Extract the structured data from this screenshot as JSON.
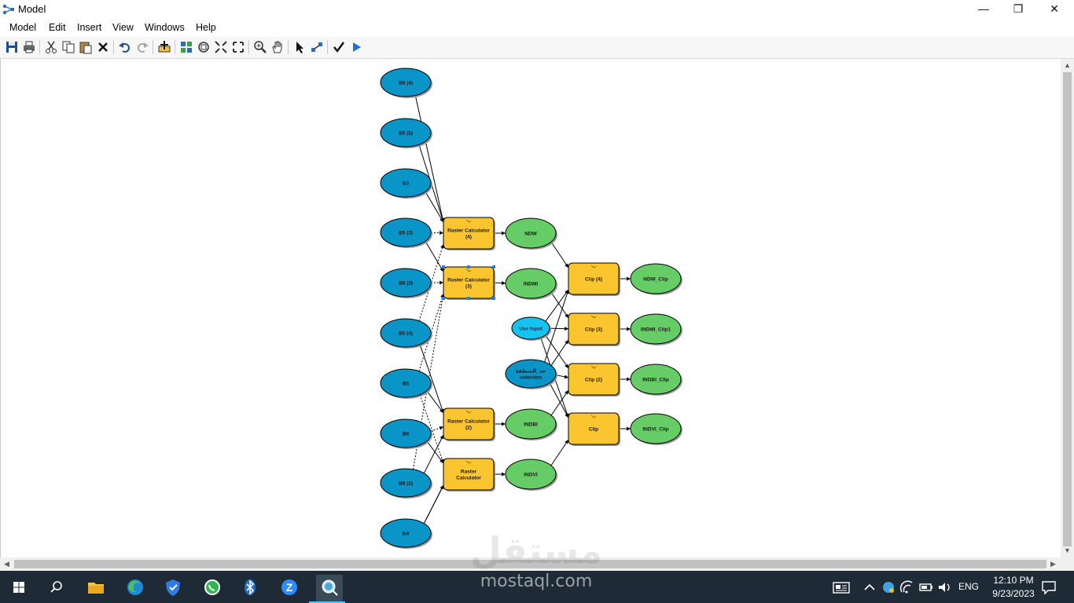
{
  "window": {
    "title": "Model",
    "minimize_glyph": "—",
    "restore_glyph": "❐",
    "close_glyph": "✕"
  },
  "menu": [
    "Model",
    "Edit",
    "Insert",
    "View",
    "Windows",
    "Help"
  ],
  "toolbar": {
    "icons": [
      "save-icon",
      "print-icon",
      "cut-icon",
      "copy-icon",
      "paste-icon",
      "delete-icon",
      "undo-icon",
      "redo-icon",
      "add-data-icon",
      "auto-layout-icon",
      "full-extent-icon",
      "fixed-zoom-in-icon",
      "fixed-zoom-out-icon",
      "zoom-in-icon",
      "pan-icon",
      "select-icon",
      "connect-icon",
      "validate-icon",
      "run-icon"
    ]
  },
  "model": {
    "colors": {
      "input": "#0a95c9",
      "user_input": "#15c3f0",
      "tool": "#fbc530",
      "output": "#66cc66",
      "stroke": "#000000"
    },
    "inputs": {
      "b8_4": "B8 (4)",
      "b5_5": "B5 (5)",
      "b3": "B3",
      "b5_3": "B5 (3)",
      "b8_3": "B8 (3)",
      "b5_4": "B5 (4)",
      "b5": "B5",
      "b8": "B8",
      "b8_2": "B8 (2)",
      "b4": "B4",
      "use_input": "Use Input",
      "selection": "حد_المنطقة selection"
    },
    "tools": {
      "rc4": "Raster Calculator (4)",
      "rc3": "Raster Calculator (3)",
      "rc2": "Raster Calculator (2)",
      "rc": "Raster Calculator",
      "clip4": "Clip (4)",
      "clip3": "Clip (3)",
      "clip2": "Clip (2)",
      "clip": "Clip"
    },
    "outputs": {
      "ndw": "NDW",
      "ndmi": "INDMI",
      "ndbi": "INDBI",
      "ndvi": "INDVI",
      "ndw_clip": "NDW_Clip",
      "ndmi_clip": "INDMI_Clip1",
      "ndbi_clip": "INDBI_Clip",
      "ndvi_clip": "INDVI_Clip"
    }
  },
  "taskbar": {
    "apps": [
      "start-icon",
      "search-icon",
      "file-explorer-icon",
      "edge-icon",
      "vpn-shield-icon",
      "whatsapp-icon",
      "bluetooth-icon",
      "zoom-icon",
      "arcmap-icon"
    ],
    "tray": {
      "language": "ENG",
      "time": "12:10 PM",
      "date": "9/23/2023"
    }
  },
  "watermark": {
    "logo": "مستقل",
    "url": "mostaql.com"
  }
}
